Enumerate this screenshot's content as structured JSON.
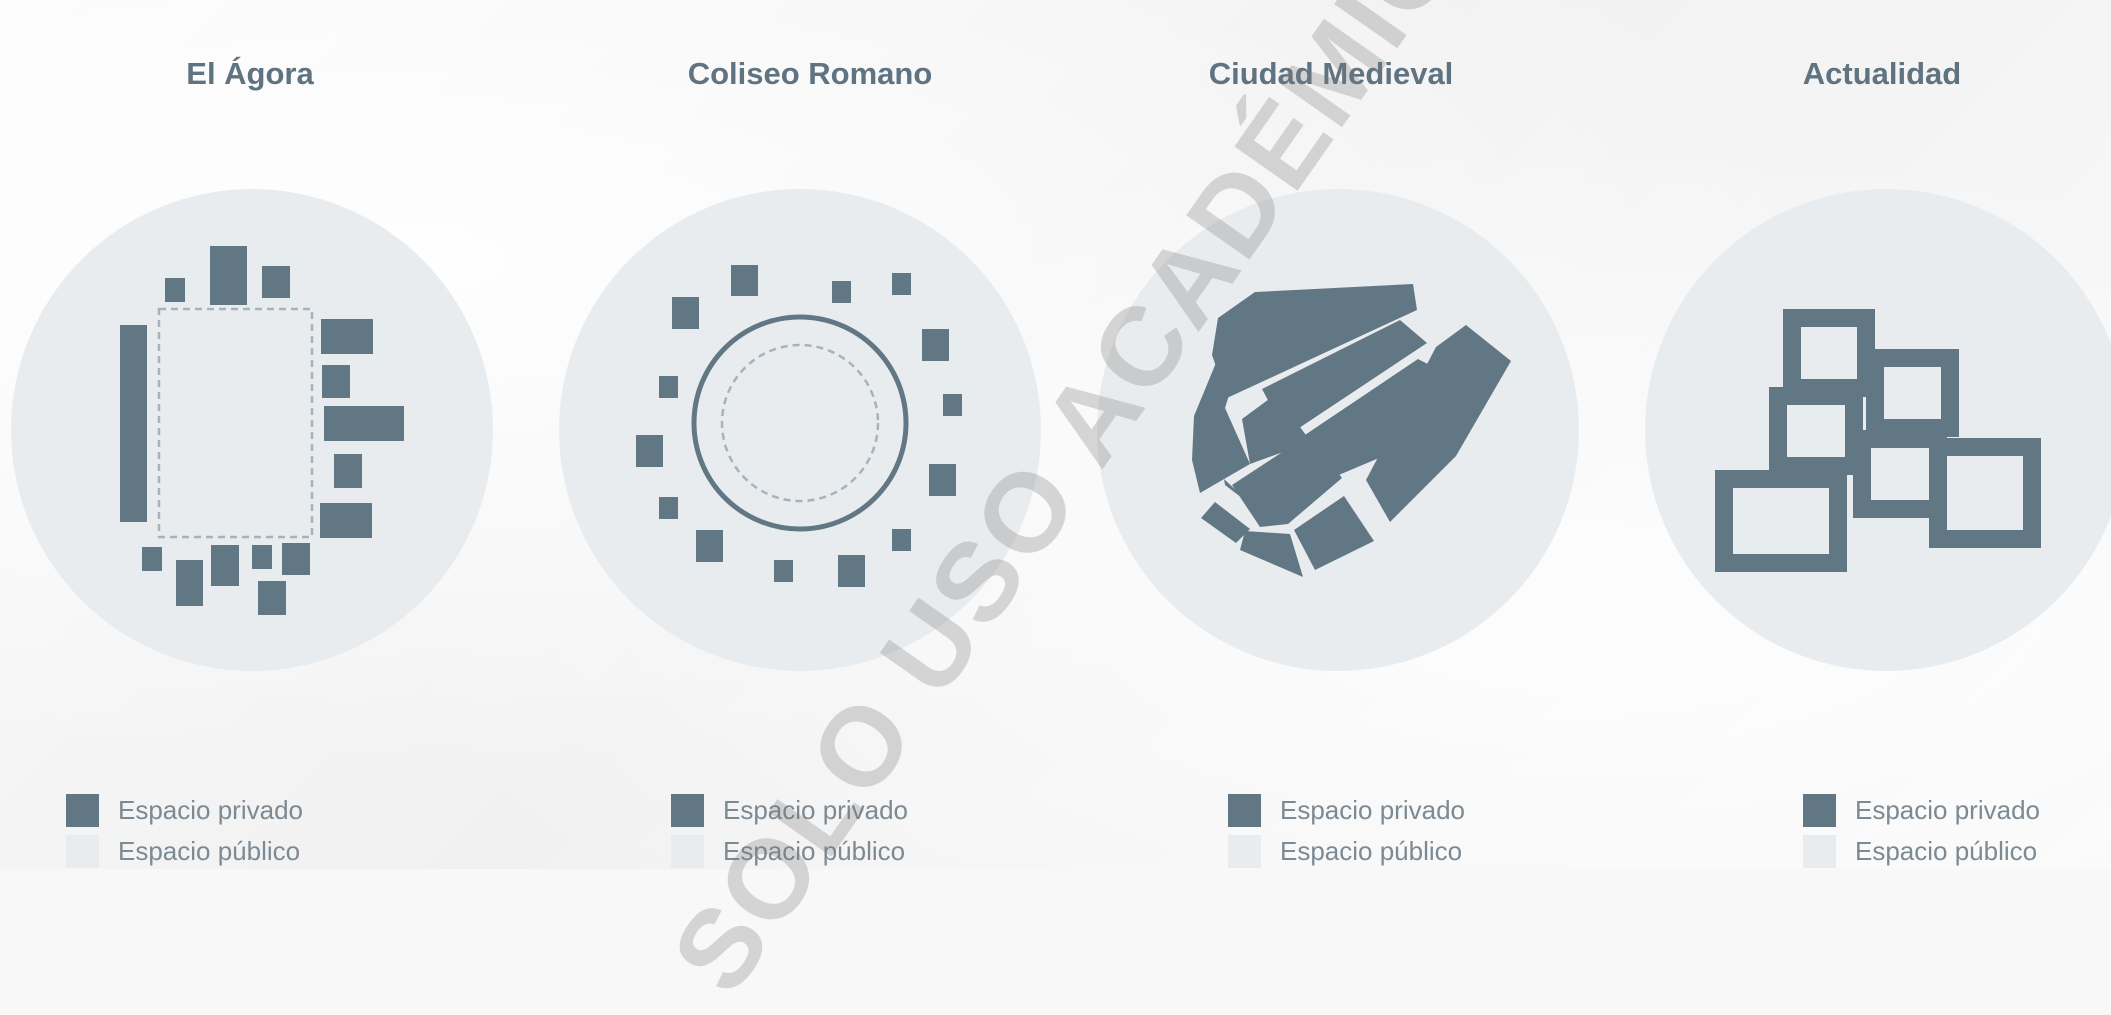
{
  "colors": {
    "private_space": "#627784",
    "public_space": "#e9ecee",
    "title_text": "#5f7381",
    "legend_text": "#7c8a94",
    "watermark": "#8a8a8a"
  },
  "panels": [
    {
      "title": "El Ágora",
      "legend": [
        {
          "label": "Espacio privado",
          "swatch": "private_space"
        },
        {
          "label": "Espacio público",
          "swatch": "public_space"
        }
      ]
    },
    {
      "title": "Coliseo Romano",
      "legend": [
        {
          "label": "Espacio privado",
          "swatch": "private_space"
        },
        {
          "label": "Espacio público",
          "swatch": "public_space"
        }
      ]
    },
    {
      "title": "Ciudad Medieval",
      "legend": [
        {
          "label": "Espacio privado",
          "swatch": "private_space"
        },
        {
          "label": "Espacio público",
          "swatch": "public_space"
        }
      ]
    },
    {
      "title": "Actualidad",
      "legend": [
        {
          "label": "Espacio privado",
          "swatch": "private_space"
        },
        {
          "label": "Espacio público",
          "swatch": "public_space"
        }
      ]
    }
  ],
  "watermark": "SOLO USO ACADÉMICO"
}
